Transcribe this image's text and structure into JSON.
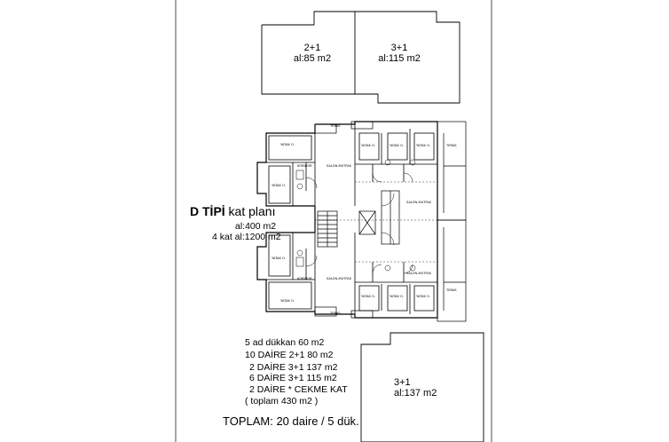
{
  "units": {
    "top_left": {
      "type": "2+1",
      "area": "al:85 m2"
    },
    "top_right": {
      "type": "3+1",
      "area": "al:115 m2"
    },
    "bottom_right": {
      "type": "3+1",
      "area": "al:137 m2"
    }
  },
  "plan_title": {
    "main_bold": "D TİPİ",
    "main_rest": " kat planı",
    "area": "al:400 m2",
    "total": "4 kat al:1200 m2"
  },
  "room_labels": {
    "yatak": "YATAK O.",
    "koridor": "KORIDOR",
    "salon": "SALON-MUTFAK",
    "teras": "TERAS"
  },
  "summary": {
    "lines": [
      "5 ad dükkan  60 m2",
      "10  DAİRE  2+1    80 m2",
      "2  DAİRE  3+1   137 m2",
      "6  DAİRE   3+1   115 m2",
      "2  DAİRE * CEKME KAT",
      "( toplam 430 m2 )"
    ],
    "total": "TOPLAM:  20 daire / 5 dük."
  }
}
